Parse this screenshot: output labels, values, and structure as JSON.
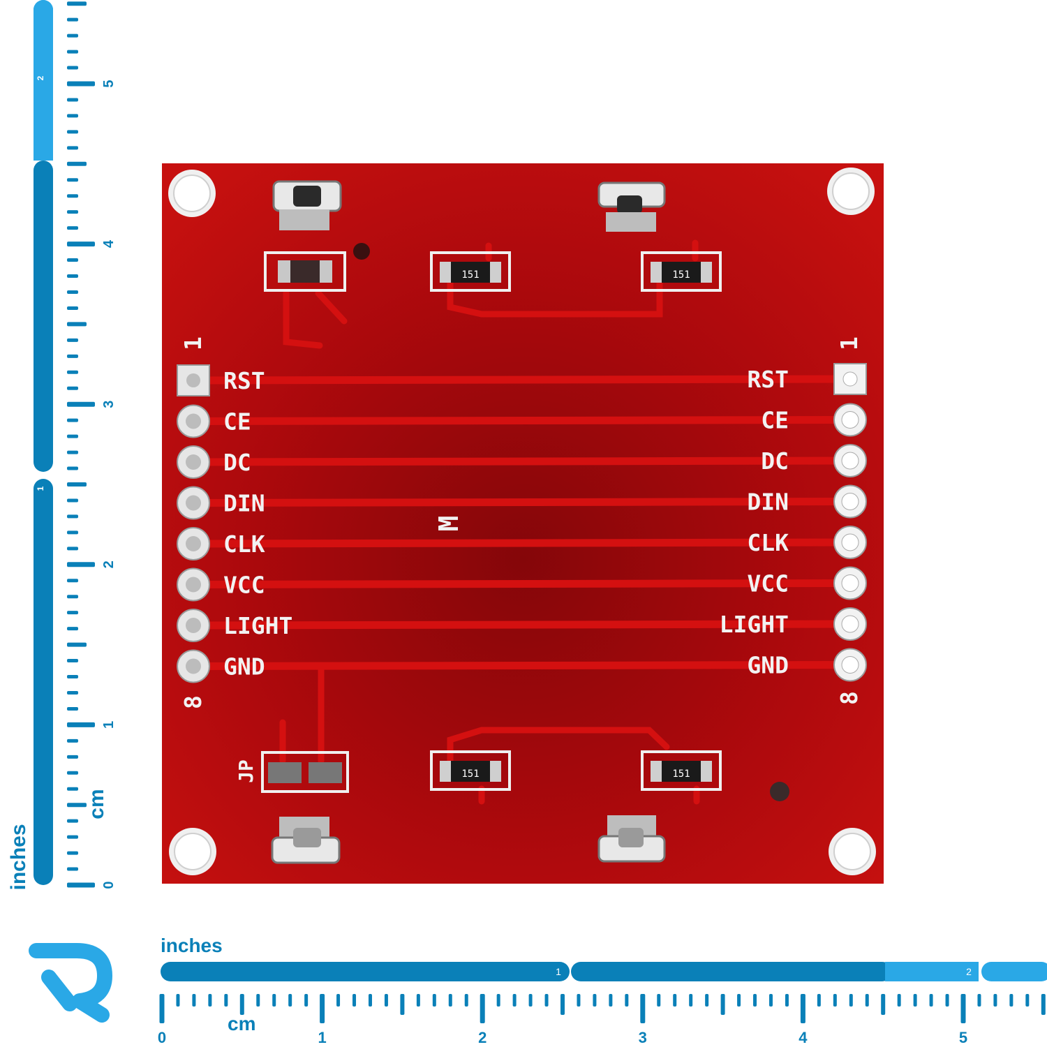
{
  "image_kind": "PCB board photo with measurement rulers",
  "colors": {
    "board": "#c00d10",
    "trace": "#d41010",
    "silkscreen": "#f0f0f0",
    "ruler_dark": "#0a80b8",
    "ruler_light": "#2aa8e6"
  },
  "left_pin_header": {
    "pin_1_marker": "1",
    "pin_8_marker": "8",
    "pins": [
      "RST",
      "CE",
      "DC",
      "DIN",
      "CLK",
      "VCC",
      "LIGHT",
      "GND"
    ]
  },
  "right_pin_header": {
    "pin_1_marker": "1",
    "pin_8_marker": "8",
    "pins": [
      "RST",
      "CE",
      "DC",
      "DIN",
      "CLK",
      "VCC",
      "LIGHT",
      "GND"
    ]
  },
  "resistor_code": "151",
  "jumper_label": "JP",
  "center_logo": "M",
  "vertical_ruler": {
    "inches_label": "inches",
    "cm_label": "cm",
    "inch_marks": [
      "1",
      "2"
    ],
    "cm_marks": [
      "0",
      "1",
      "2",
      "3",
      "4",
      "5"
    ]
  },
  "horizontal_ruler": {
    "inches_label": "inches",
    "cm_label": "cm",
    "inch_marks": [
      "1",
      "2"
    ],
    "cm_marks": [
      "0",
      "1",
      "2",
      "3",
      "4",
      "5"
    ]
  },
  "logo_icon": "brand-r-logo-icon"
}
